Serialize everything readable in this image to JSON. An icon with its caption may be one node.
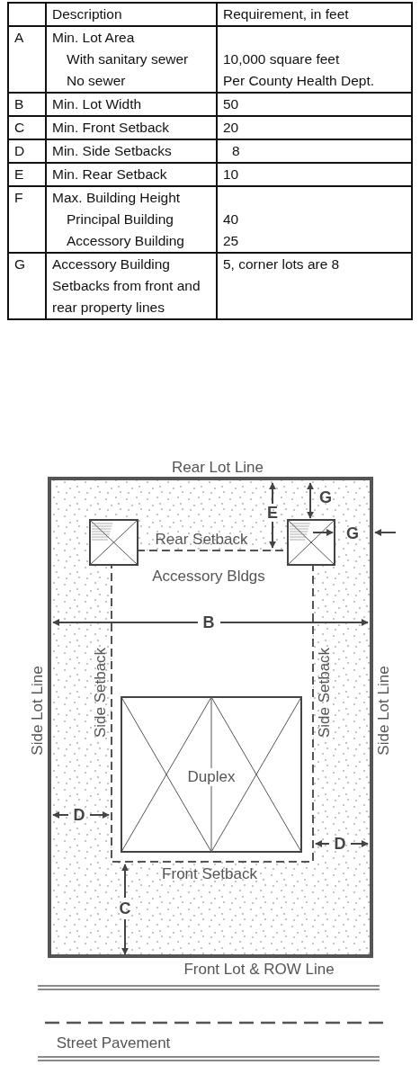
{
  "diagram": {
    "nodes": [
      {
        "text": [],
        "shape": "box"
      },
      {
        "text": [],
        "shape": "box"
      },
      {
        "text": [
          "Duplex"
        ]
      }
    ],
    "edges": [],
    "labels": [
      "Description",
      "Requirement, in feet",
      "A",
      "Min. Lot Area",
      "With sanitary sewer",
      "10,000 square feet",
      "No sewer",
      "Per County Health Dept.",
      "B",
      "Min. Lot Width",
      "50",
      "C",
      "Min. Front Setback",
      "20",
      "D",
      "Min. Side Setbacks",
      "8",
      "E",
      "Min. Rear Setback",
      "10",
      "F",
      "Max. Building Height",
      "Principal Building",
      "40",
      "Accessory Building",
      "25",
      "G",
      "Accessory Building Setbacks from front and rear property lines",
      "5, corner lots are 8",
      "Rear Lot Line",
      "G",
      "E",
      "G",
      "Rear Setback",
      "Accessory Bldgs",
      "B",
      "Side Lot Line",
      "Side Setback",
      "Side Setback",
      "Side Lot Line",
      "D",
      "D",
      "Front Setback",
      "C",
      "Front Lot & ROW Line",
      "Street Pavement"
    ]
  }
}
